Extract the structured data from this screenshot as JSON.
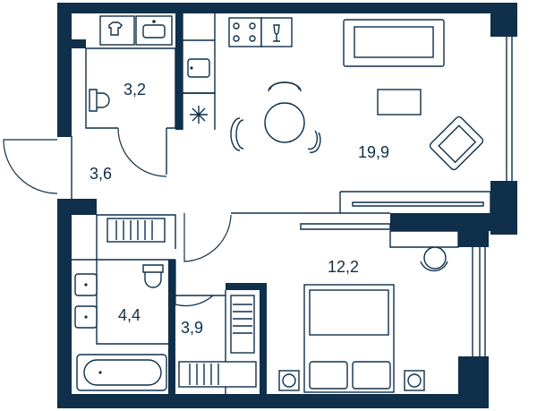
{
  "plan": {
    "wall_color": "#0f2f4a",
    "background": "#ffffff",
    "rooms": [
      {
        "id": "wc",
        "area": "3,2"
      },
      {
        "id": "hall",
        "area": "3,6"
      },
      {
        "id": "living",
        "area": "19,9"
      },
      {
        "id": "bath",
        "area": "4,4"
      },
      {
        "id": "wardrobe",
        "area": "3,9"
      },
      {
        "id": "bedroom",
        "area": "12,2"
      }
    ],
    "icons": [
      "tshirt-icon",
      "washing-machine-icon",
      "sink-icon",
      "toilet-icon",
      "stove-icon",
      "wine-glass-icon",
      "snowflake-icon",
      "sofa-icon",
      "armchair-icon",
      "table-icon",
      "bed-icon",
      "bathtub-icon",
      "radiator-icon",
      "desk-chair-icon"
    ]
  }
}
